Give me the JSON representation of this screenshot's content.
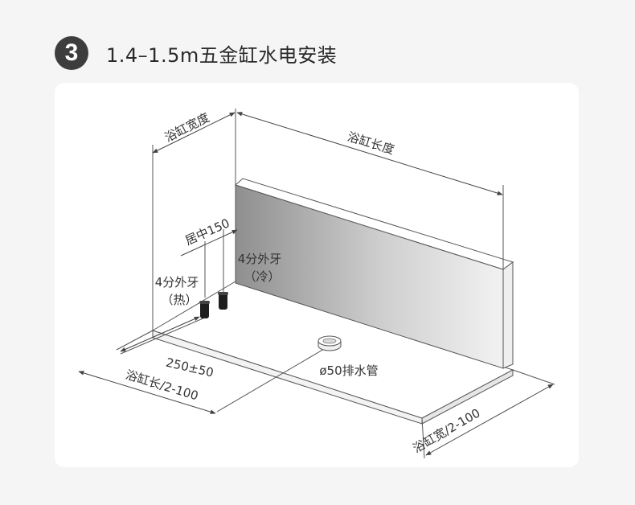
{
  "header": {
    "step_number": "3",
    "title": "1.4–1.5m五金缸水电安装"
  },
  "diagram": {
    "tub_width_label": "浴缸宽度",
    "tub_length_label": "浴缸长度",
    "center_label": "居中150",
    "cold_fitting_line1": "4分外牙",
    "cold_fitting_line2": "（冷）",
    "hot_fitting_line1": "4分外牙",
    "hot_fitting_line2": "（热）",
    "height_label": "250±50",
    "half_length_label": "浴缸长/2-100",
    "drain_label": "ø50排水管",
    "half_width_label": "浴缸宽/2-100"
  }
}
